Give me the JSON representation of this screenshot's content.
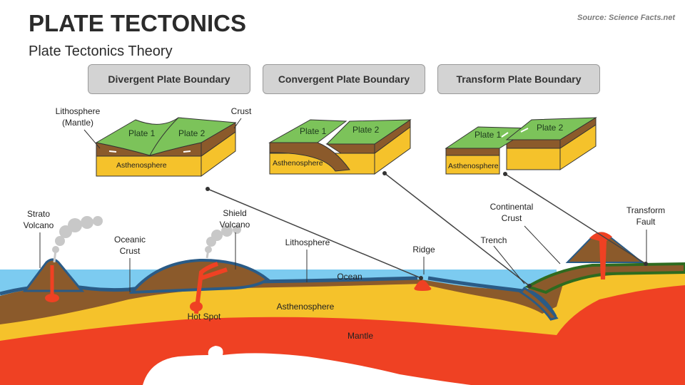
{
  "header": {
    "title": "PLATE TECTONICS",
    "subtitle": "Plate Tectonics Theory",
    "source": "Source: Science Facts.net"
  },
  "boundaries": [
    {
      "label": "Divergent Plate Boundary"
    },
    {
      "label": "Convergent Plate Boundary"
    },
    {
      "label": "Transform Plate Boundary"
    }
  ],
  "blocks": {
    "divergent": {
      "plate1": "Plate 1",
      "plate2": "Plate 2",
      "asthenosphere": "Asthenosphere",
      "lithosphere_line1": "Lithosphere",
      "lithosphere_line2": "(Mantle)",
      "crust": "Crust"
    },
    "convergent": {
      "plate1": "Plate 1",
      "plate2": "Plate 2",
      "asthenosphere": "Asthenosphere"
    },
    "transform": {
      "plate1": "Plate 1",
      "plate2": "Plate 2",
      "asthenosphere": "Asthenosphere"
    }
  },
  "cross_section": {
    "strato_volcano_1": "Strato",
    "strato_volcano_2": "Volcano",
    "oceanic_crust_1": "Oceanic",
    "oceanic_crust_2": "Crust",
    "shield_volcano_1": "Shield",
    "shield_volcano_2": "Volcano",
    "lithosphere": "Lithosphere",
    "ridge": "Ridge",
    "trench": "Trench",
    "continental_crust_1": "Continental",
    "continental_crust_2": "Crust",
    "transform_fault_1": "Transform",
    "transform_fault_2": "Fault",
    "ocean": "Ocean",
    "asthenosphere": "Asthenosphere",
    "hot_spot": "Hot Spot",
    "mantle": "Mantle"
  },
  "colors": {
    "ocean": "#7ccbf0",
    "oceanic_crust": "#2a5b86",
    "lithosphere_brown": "#8b5a2b",
    "asthenosphere_yellow": "#f5c22b",
    "mantle_red": "#ef4123",
    "plate_green": "#7cc35a",
    "button_gray": "#d3d3d3"
  }
}
